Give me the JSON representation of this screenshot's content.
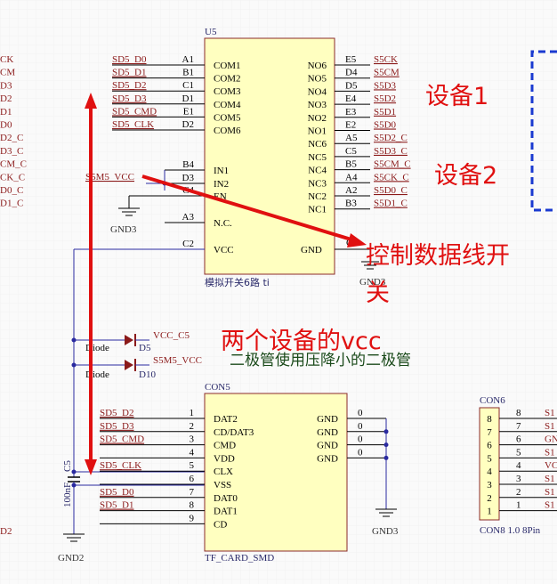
{
  "u5": {
    "ref": "U5",
    "title": "模拟开关6路 ti",
    "left_nets": [
      "SD5_D0",
      "SD5_D1",
      "SD5_D2",
      "SD5_D3",
      "SD5_CMD",
      "SD5_CLK"
    ],
    "left_pin_nums": [
      "A1",
      "B1",
      "C1",
      "D1",
      "E1",
      "D2"
    ],
    "left_pin_names": [
      "COM1",
      "COM2",
      "COM3",
      "COM4",
      "COM5",
      "COM6"
    ],
    "ctrl_pin_nums": [
      "B4",
      "D3",
      "C4",
      "A3",
      "C2"
    ],
    "ctrl_pin_names": [
      "IN1",
      "IN2",
      "EN",
      "N.C.",
      "VCC"
    ],
    "right_pin_names": [
      "NO6",
      "NO5",
      "NO4",
      "NO3",
      "NO2",
      "NO1",
      "NC6",
      "NC5",
      "NC4",
      "NC3",
      "NC2",
      "NC1"
    ],
    "right_pin_nums": [
      "E5",
      "D4",
      "D5",
      "E4",
      "E3",
      "E2",
      "A5",
      "C5",
      "B5",
      "A4",
      "A2",
      "B3"
    ],
    "right_nets": [
      "S5CK",
      "S5CM",
      "S5D3",
      "S5D2",
      "S5D1",
      "S5D0",
      "S5D2_C",
      "S5D3_C",
      "S5CM_C",
      "S5CK_C",
      "S5D0_C",
      "S5D1_C"
    ],
    "gnd_pin_name": "GND",
    "gnd_pin_num": "C3",
    "gnd_net": "GND3",
    "ctrl_net": "S5M5_VCC",
    "ctrl_gnd": "GND3"
  },
  "left_edge_labels": [
    "CK",
    "CM",
    "D3",
    "D2",
    "D1",
    "D0",
    "D2_C",
    "D3_C",
    "CM_C",
    "CK_C",
    "D0_C",
    "D1_C"
  ],
  "diodes": [
    {
      "label": "Diode",
      "net": "VCC_C5",
      "ref": "D5"
    },
    {
      "label": "Diode",
      "net": "S5M5_VCC",
      "ref": "D10"
    }
  ],
  "con5": {
    "ref": "CON5",
    "title": "TF_CARD_SMD",
    "nets": [
      "SD5_D2",
      "SD5_D3",
      "SD5_CMD",
      "",
      "SD5_CLK",
      "",
      "SD5_D0",
      "SD5_D1",
      ""
    ],
    "pin_nums": [
      "1",
      "2",
      "3",
      "4",
      "5",
      "6",
      "7",
      "8",
      "9"
    ],
    "pin_names": [
      "DAT2",
      "CD/DAT3",
      "CMD",
      "VDD",
      "CLX",
      "VSS",
      "DAT0",
      "DAT1",
      "CD"
    ],
    "gnd_names": [
      "GND",
      "GND",
      "GND",
      "GND"
    ],
    "gnd_nums": [
      "0",
      "0",
      "0",
      "0"
    ],
    "gnd_net": "GND3"
  },
  "c5": {
    "ref": "C5",
    "value": "100nF",
    "gnd": "GND2"
  },
  "con6": {
    "ref": "CON6",
    "title": "CON8 1.0 8Pin",
    "nums": [
      "8",
      "7",
      "6",
      "5",
      "4",
      "3",
      "2",
      "1"
    ],
    "nets": [
      "S1",
      "S1",
      "GN",
      "S1",
      "VC",
      "S1",
      "S1",
      "S1"
    ]
  },
  "bottom_left_label": "D2",
  "annotations": {
    "dev1": "设备1",
    "dev2": "设备2",
    "ctrl1": "控制数据线开",
    "ctrl2": "关",
    "vcc": "两个设备的vcc",
    "diode_note": "二极管使用压降小的二极管"
  },
  "colors": {
    "wire": "#2a2aa0",
    "net": "#8b1a1a",
    "body": "#ffffc0",
    "border": "#8b2a2a",
    "annot": "#e01010",
    "note": "#1a4a1a"
  }
}
